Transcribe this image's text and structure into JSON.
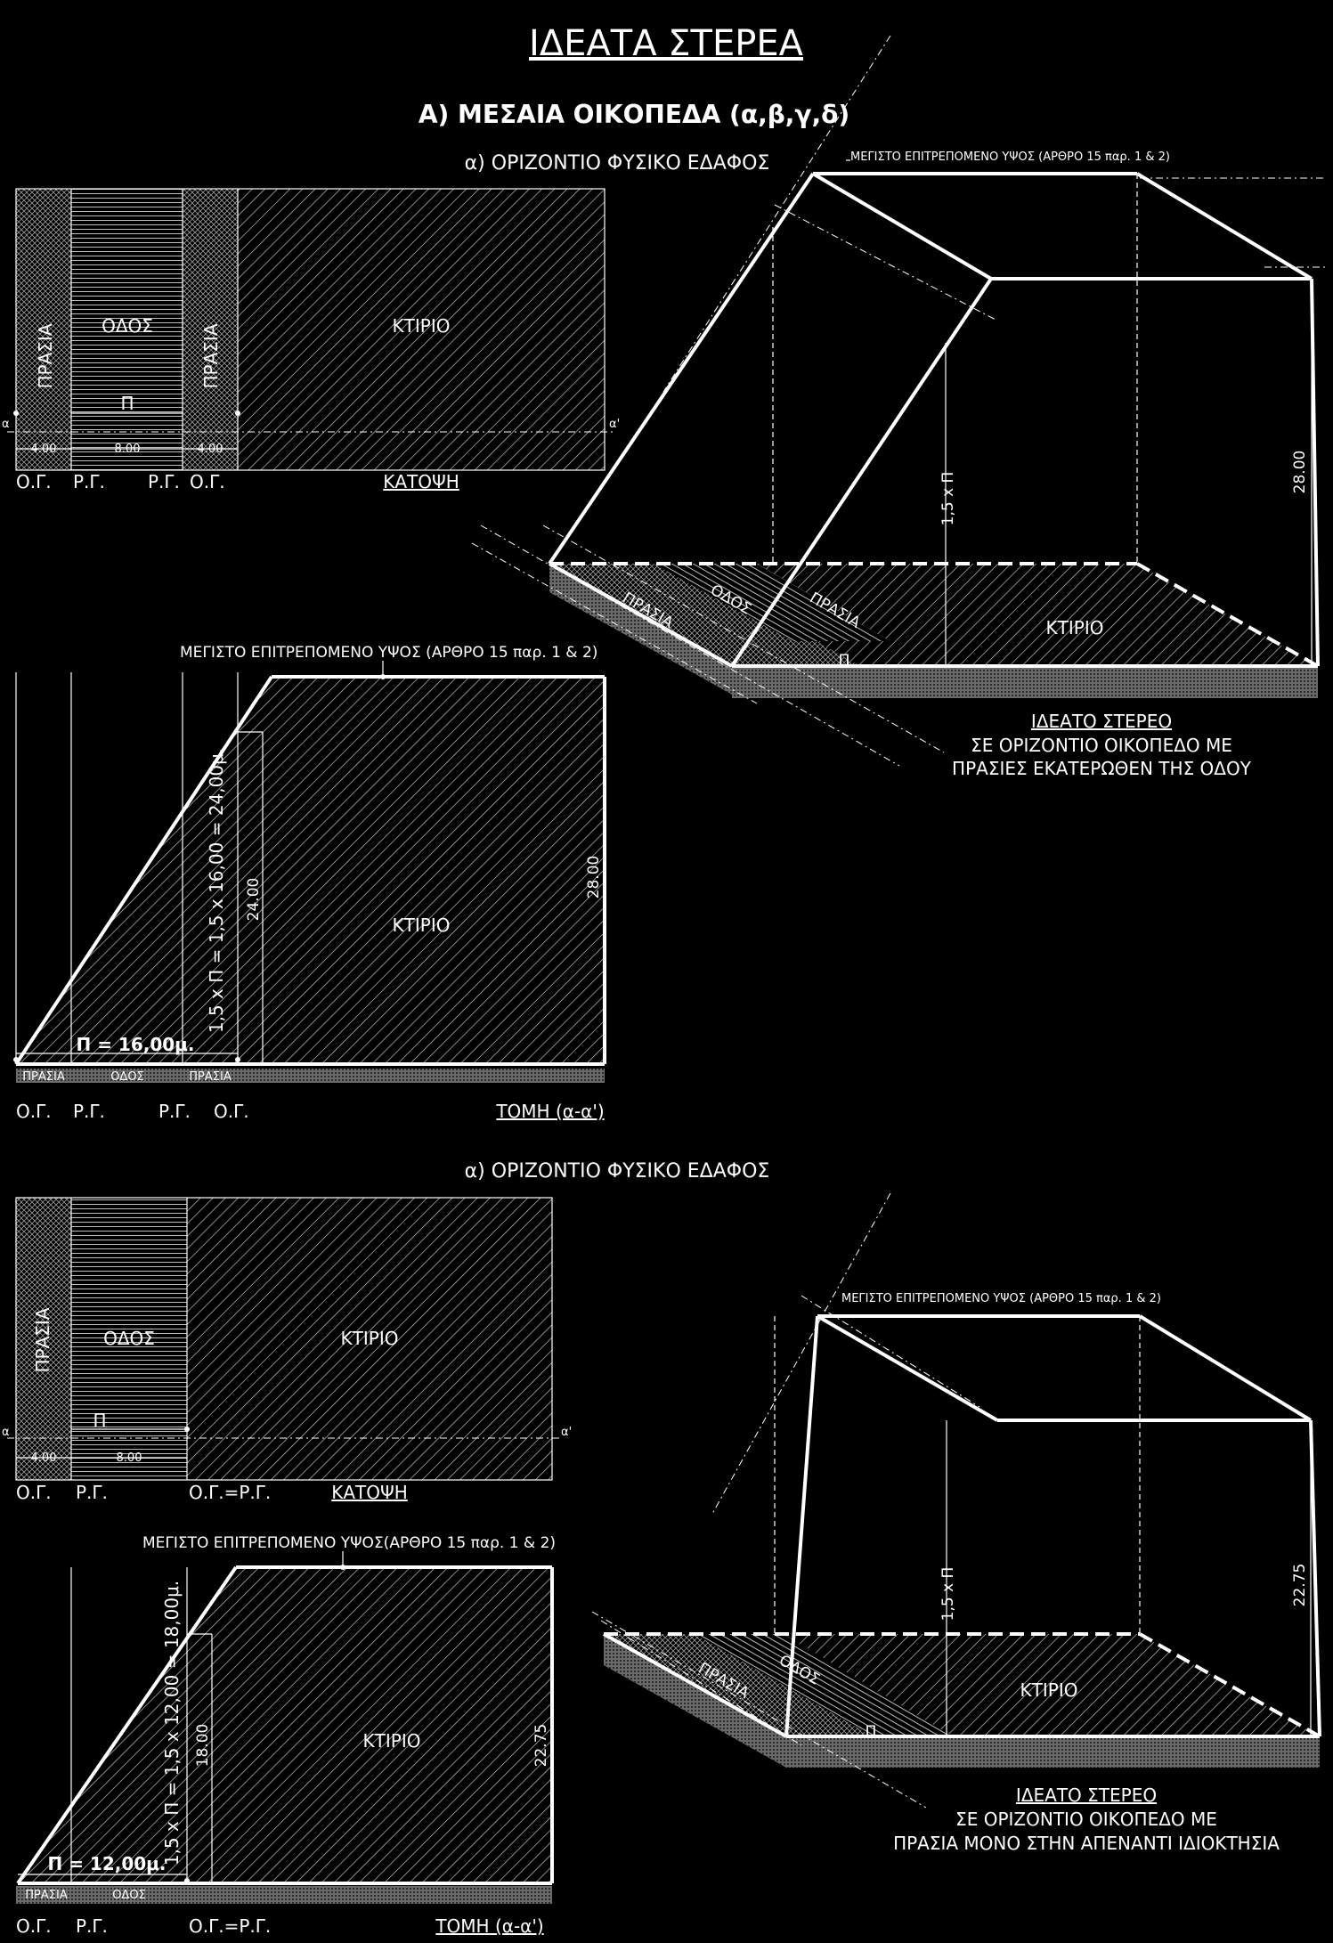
{
  "title": "ΙΔΕΑΤΑ ΣΤΕΡΕΑ",
  "section_a": "Α) ΜΕΣΑΙΑ ΟΙΚΟΠΕΔΑ (α,β,γ,δ)",
  "subsection_1": "α) ΟΡΙΖΟΝΤΙΟ ΦΥΣΙΚΟ ΕΔΑΦΟΣ",
  "subsection_2": "α) ΟΡΙΖΟΝΤΙΟ ΦΥΣΙΚΟ ΕΔΑΦΟΣ",
  "max_height_label": "ΜΕΓΙΣΤΟ ΕΠΙΤΡΕΠΟΜΕΝΟ ΥΨΟΣ (ΑΡΘΡΟ 15 παρ. 1 & 2)",
  "max_height_label_b": "ΜΕΓΙΣΤΟ ΕΠΙΤΡΕΠΟΜΕΝΟ ΥΨΟΣ(ΑΡΘΡΟ 15 παρ. 1 & 2)",
  "labels": {
    "prasia": "ΠΡΑΣΙΑ",
    "odos": "ΟΔΟΣ",
    "ktirio": "ΚΤΙΡΙΟ",
    "pi": "Π",
    "og": "Ο.Γ.",
    "rg": "Ρ.Γ.",
    "og_rg": "Ο.Γ.=Ρ.Γ.",
    "plan": "ΚΑΤΟΨΗ",
    "section_cut": "ΤΟΜΗ (α-α')",
    "a": "α",
    "a_prime": "α'",
    "onepointfive_pi": "1,5 x Π"
  },
  "plan1": {
    "d1": "4.00",
    "d2": "8.00",
    "d3": "4.00"
  },
  "section1": {
    "pi_value": "Π = 16,00μ.",
    "formula": "1,5 x Π = 1,5 x 16,00 = 24,00μ.",
    "h_inner": "24.00",
    "h_total": "28.00"
  },
  "iso1": {
    "height": "28.00",
    "caption": [
      "ΙΔΕΑΤΟ ΣΤΕΡΕΟ",
      "ΣΕ ΟΡΙΖΟΝΤΙΟ ΟΙΚΟΠΕΔΟ ΜΕ",
      "ΠΡΑΣΙΕΣ ΕΚΑΤΕΡΩΘΕΝ ΤΗΣ ΟΔΟΥ"
    ]
  },
  "plan2": {
    "d1": "4.00",
    "d2": "8.00"
  },
  "section2": {
    "pi_value": "Π = 12,00μ.",
    "formula": "1,5 x Π = 1,5 x 12,00 = 18,00μ.",
    "h_inner": "18.00",
    "h_total": "22.75"
  },
  "iso2": {
    "height": "22.75",
    "caption": [
      "ΙΔΕΑΤΟ ΣΤΕΡΕΟ",
      "ΣΕ ΟΡΙΖΟΝΤΙΟ ΟΙΚΟΠΕΔΟ ΜΕ",
      "ΠΡΑΣΙΑ ΜΟΝΟ ΣΤΗΝ ΑΠΕΝΑΝΤΙ ΙΔΙΟΚΤΗΣΙΑ"
    ]
  }
}
